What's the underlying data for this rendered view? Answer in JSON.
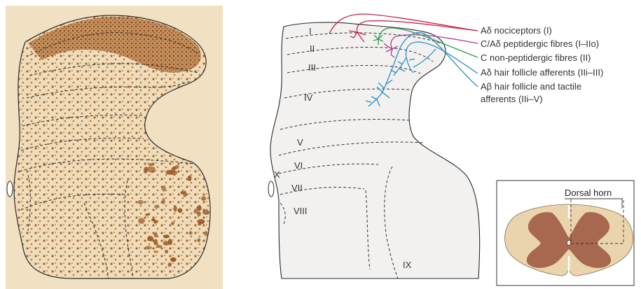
{
  "colors": {
    "tissue_bg": "#f1e1c2",
    "stain": "#9b5a25",
    "cord_fill": "#f2f1ef",
    "grey_matter": "#a8674f",
    "white_matter": "#e9d4ad",
    "red_fibre": "#c8264b",
    "magenta_fibre": "#b23c9c",
    "green_fibre": "#2e9b4d",
    "blue_fibre": "#2a8fc4"
  },
  "laminae": [
    "I",
    "II",
    "III",
    "IV",
    "V",
    "VI",
    "VII",
    "VIII",
    "IX",
    "X"
  ],
  "afferents": [
    {
      "label": "Aδ nociceptors (I)",
      "color": "red"
    },
    {
      "label": "C/Aδ peptidergic fibres (I–IIo)",
      "color": "magenta"
    },
    {
      "label": "C non-peptidergic fibres (II)",
      "color": "green"
    },
    {
      "label": "Aδ hair follicle afferents (IIi–III)",
      "color": "blue"
    },
    {
      "label_line1": "Aβ hair follicle and tactile",
      "label_line2": "afferents  (IIi–V)",
      "color": "blue"
    }
  ],
  "inset": {
    "label": "Dorsal horn"
  }
}
